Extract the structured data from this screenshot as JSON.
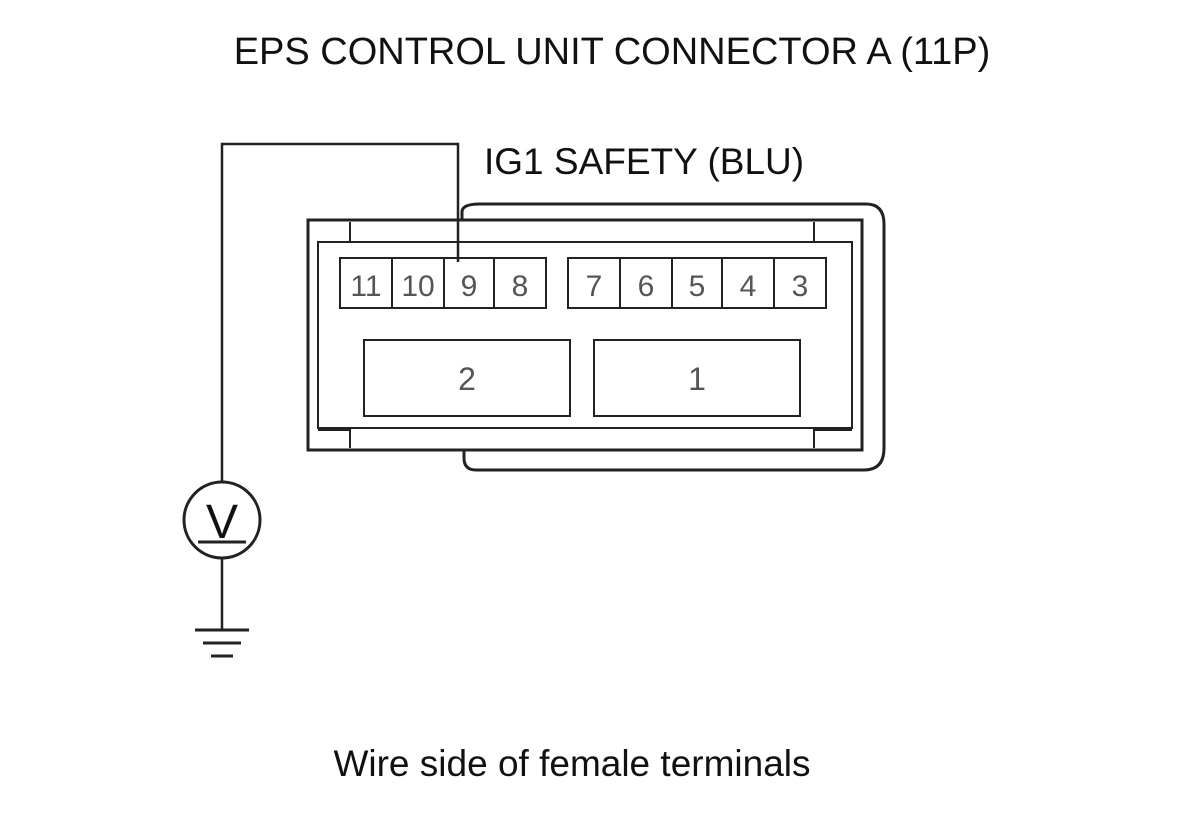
{
  "diagram": {
    "title": "EPS CONTROL UNIT CONNECTOR A (11P)",
    "wire_label": "IG1 SAFETY (BLU)",
    "caption": "Wire side of female terminals",
    "meter_symbol": "V",
    "terminals_upper_left": [
      "11",
      "10",
      "9",
      "8"
    ],
    "terminals_upper_right": [
      "7",
      "6",
      "5",
      "4",
      "3"
    ],
    "terminals_lower": [
      "2",
      "1"
    ]
  }
}
